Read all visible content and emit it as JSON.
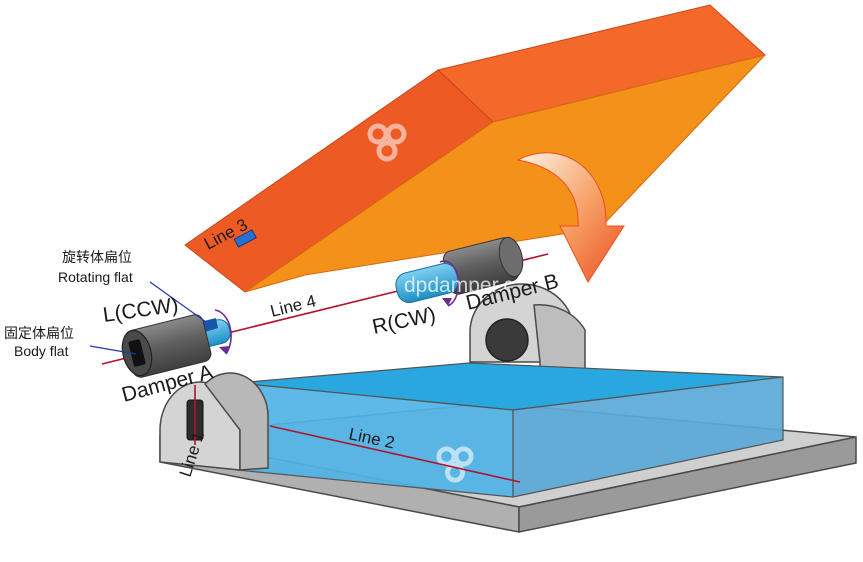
{
  "labels": {
    "line1": "Line 1",
    "line2": "Line 2",
    "line3": "Line 3",
    "line4": "Line 4",
    "left_direction": "L(CCW)",
    "right_direction": "R(CW)",
    "damper_a": "Damper A",
    "damper_b": "Damper B",
    "rotating_flat_cn": "旋转体扁位",
    "rotating_flat_en": "Rotating flat",
    "body_flat_cn": "固定体扁位",
    "body_flat_en": "Body flat",
    "watermark": "dpdamper.c"
  },
  "colors": {
    "lid_orange": "#f39118",
    "lid_red_orange": "#ee5a24",
    "box_blue": "#29a8e0",
    "base_gray": "#cfcfcf",
    "line_red": "#b3122a",
    "arrow_purple": "#6b2c91",
    "damper_gray": "#5c5c5c",
    "shaft_blue": "#2fa6dc"
  },
  "icons": {
    "logo": "knot-logo-icon",
    "rotation": "rotation-arrow-icon",
    "close": "curved-close-arrow-icon"
  }
}
